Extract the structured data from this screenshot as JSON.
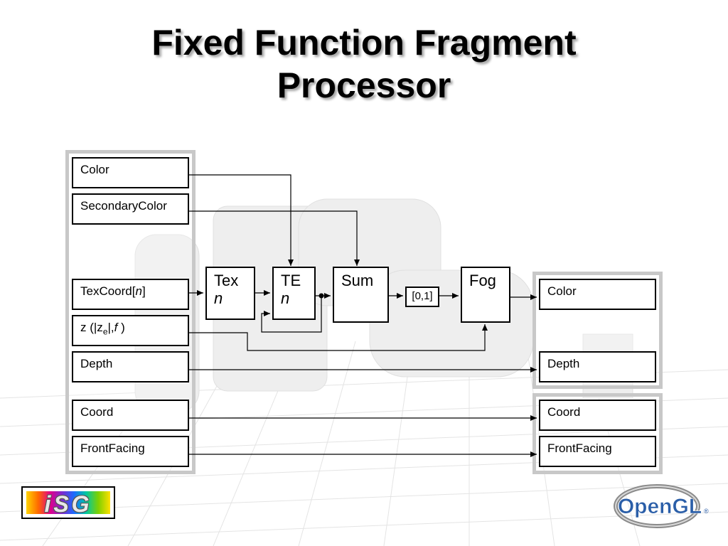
{
  "title_line1": "Fixed Function Fragment",
  "title_line2": "Processor",
  "inputs": {
    "color": "Color",
    "secondary_color": "SecondaryColor",
    "texcoord_prefix": "TexCoord[",
    "texcoord_n": "n",
    "texcoord_suffix": "]",
    "z_prefix": "z (|z",
    "z_sub": "e",
    "z_mid": "|,",
    "z_f": "f",
    "z_suffix": " )",
    "depth": "Depth",
    "coord": "Coord",
    "front_facing": "FrontFacing"
  },
  "stages": {
    "tex": "Tex",
    "tex_n": "n",
    "te": "TE",
    "te_n": "n",
    "sum": "Sum",
    "clamp": "[0,1]",
    "fog": "Fog"
  },
  "outputs": {
    "color": "Color",
    "depth": "Depth",
    "coord": "Coord",
    "front_facing": "FrontFacing"
  },
  "logos": {
    "isg": "iSG",
    "opengl": "OpenGL",
    "opengl_mark": "®"
  },
  "colors": {
    "panel_border": "#c8c8c8",
    "wire": "#000000",
    "opengl_blue": "#2a5ea8"
  }
}
